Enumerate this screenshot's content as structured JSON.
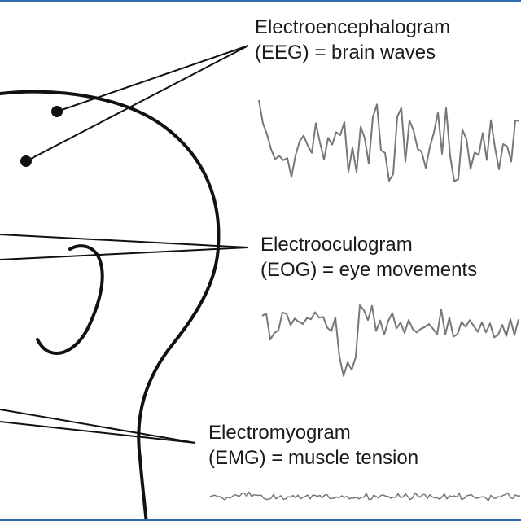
{
  "labels": {
    "eeg": {
      "line1": "Electroencephalogram",
      "line2": "(EEG) = brain waves"
    },
    "eog": {
      "line1": "Electrooculogram",
      "line2": "(EOG) = eye movements"
    },
    "emg": {
      "line1": "Electromyogram",
      "line2": "(EMG) = muscle tension"
    }
  },
  "colors": {
    "border": "#2f6aa8",
    "outline": "#111111",
    "trace": "#777777"
  }
}
